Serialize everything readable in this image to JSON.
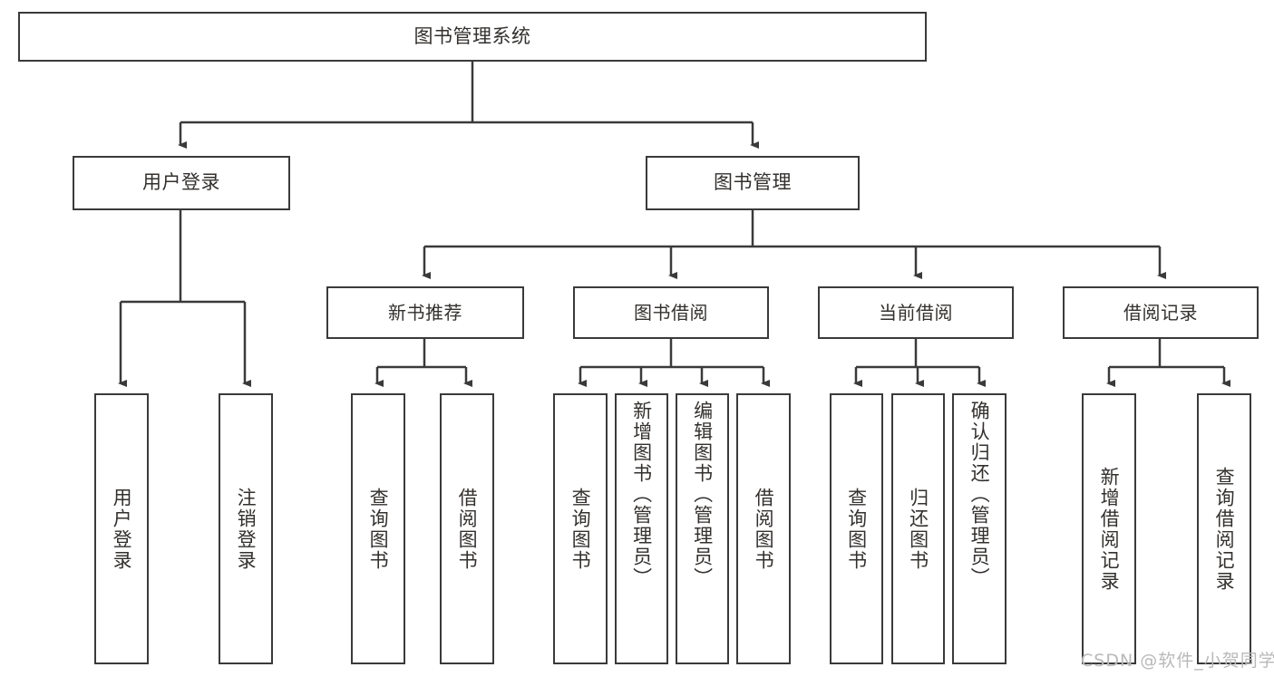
{
  "diagram": {
    "title": "图书管理系统",
    "watermark": "CSDN @软件_小贺同学",
    "line_color": "#3a3a3a",
    "text_color": "#33302e",
    "background": "#ffffff",
    "root": {
      "label": "图书管理系统"
    },
    "level1": [
      {
        "label": "用户登录"
      },
      {
        "label": "图书管理"
      }
    ],
    "level2": [
      {
        "label": "新书推荐"
      },
      {
        "label": "图书借阅"
      },
      {
        "label": "当前借阅"
      },
      {
        "label": "借阅记录"
      }
    ],
    "leaves": {
      "user_login": [
        {
          "label": "用户登录"
        },
        {
          "label": "注销登录"
        }
      ],
      "new_book_recommend": [
        {
          "label": "查询图书"
        },
        {
          "label": "借阅图书"
        }
      ],
      "book_borrow": [
        {
          "label": "查询图书"
        },
        {
          "label": "新增图书（管理员）"
        },
        {
          "label": "编辑图书（管理员）"
        },
        {
          "label": "借阅图书"
        }
      ],
      "current_borrow": [
        {
          "label": "查询图书"
        },
        {
          "label": "归还图书"
        },
        {
          "label": "确认归还（管理员）"
        }
      ],
      "borrow_record": [
        {
          "label": "新增借阅记录"
        },
        {
          "label": "查询借阅记录"
        }
      ]
    }
  }
}
